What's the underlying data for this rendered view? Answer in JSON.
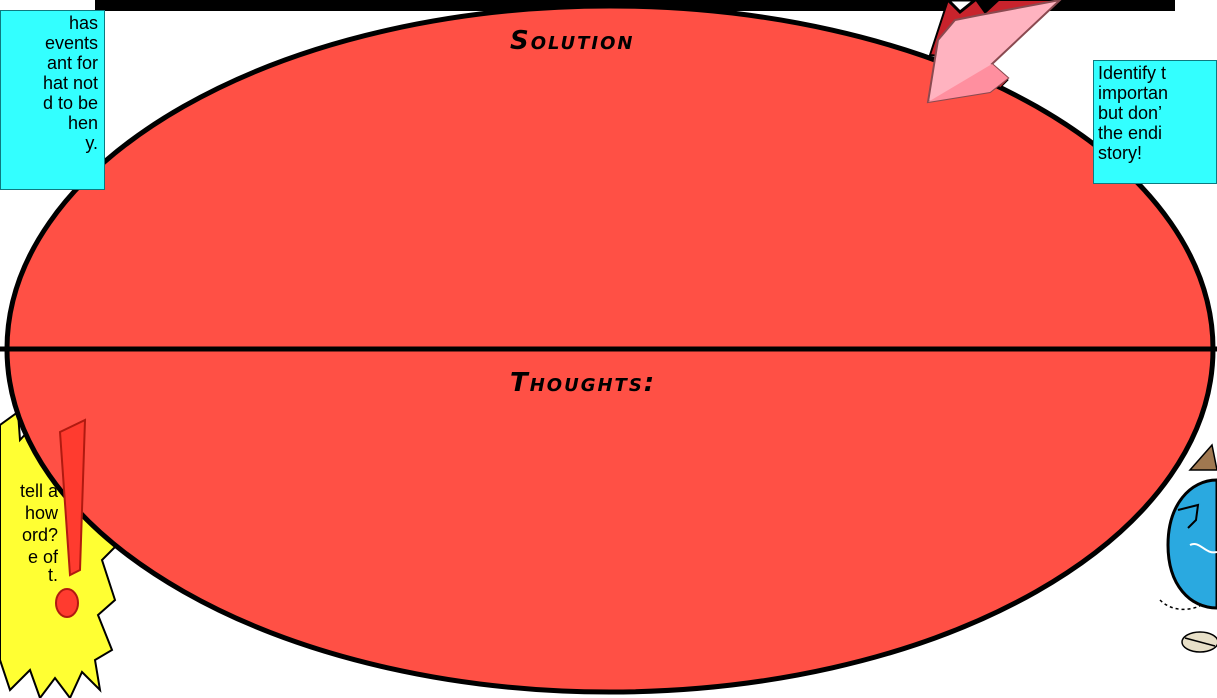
{
  "sections": {
    "solution_title": "Solution",
    "thoughts_title": "Thoughts:"
  },
  "notes": {
    "left": [
      "has",
      "events",
      "ant for",
      "hat not",
      "d to be",
      "hen",
      "y."
    ],
    "right": [
      "Identify t",
      "importan",
      "but don’",
      "the endi",
      "story!"
    ]
  },
  "burst": {
    "lines": [
      "tell a",
      "how",
      "ord?",
      "e of",
      "",
      "t."
    ]
  },
  "colors": {
    "oval_fill": "#ff5045",
    "note_fill": "#33ffff",
    "burst_fill": "#ffff33",
    "globe_fill": "#2aa9e0",
    "arrow_fill": "#ffb3c0"
  },
  "icons": [
    "exclamation-icon",
    "pencil-arrow-icon",
    "globe-clipart-icon"
  ]
}
